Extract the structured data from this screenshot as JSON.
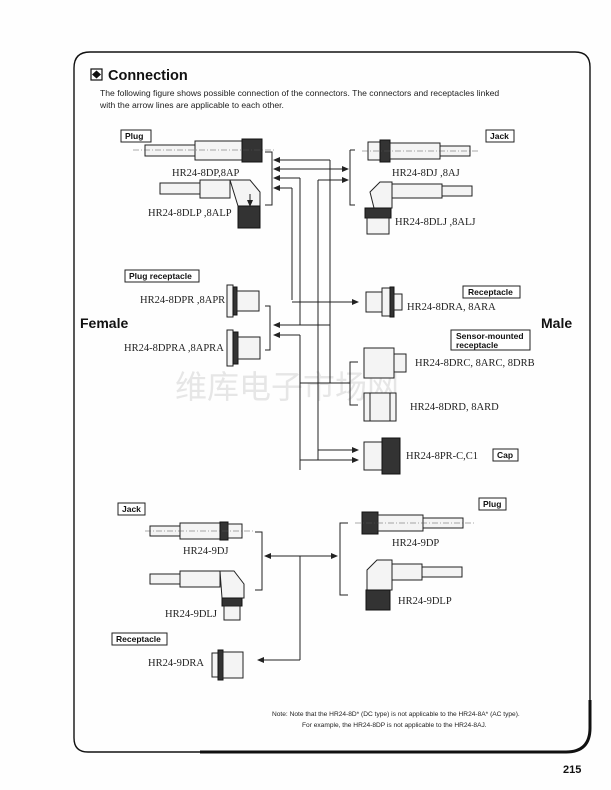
{
  "section": {
    "icon": "diamond-box-icon",
    "title": "Connection",
    "intro_line1": "The following figure shows possible connection of the connectors. The connectors and receptacles linked",
    "intro_line2": "with the arrow lines are applicable to each other."
  },
  "diagram": {
    "side_left": "Female",
    "side_right": "Male",
    "upper": {
      "plug_box": "Plug",
      "jack_box": "Jack",
      "plug_receptacle_box": "Plug receptacle",
      "receptacle_box": "Receptacle",
      "sensor_box_line1": "Sensor-mounted",
      "sensor_box_line2": "receptacle",
      "cap_box": "Cap",
      "parts": {
        "plug_straight": "HR24-8DP,8AP",
        "plug_angled": "HR24-8DLP ,8ALP",
        "jack_straight": "HR24-8DJ ,8AJ",
        "jack_angled": "HR24-8DLJ ,8ALJ",
        "plug_receptacle": "HR24-8DPR ,8APR",
        "plug_receptacle_a": "HR24-8DPRA ,8APRA",
        "receptacle": "HR24-8DRA, 8ARA",
        "sensor_c": "HR24-8DRC, 8ARC, 8DRB",
        "sensor_d": "HR24-8DRD, 8ARD",
        "cap": "HR24-8PR-C,C1"
      }
    },
    "lower": {
      "jack_box": "Jack",
      "plug_box": "Plug",
      "receptacle_box": "Receptacle",
      "parts": {
        "jack_straight": "HR24-9DJ",
        "jack_angled": "HR24-9DLJ",
        "receptacle": "HR24-9DRA",
        "plug_straight": "HR24-9DP",
        "plug_angled": "HR24-9DLP"
      }
    },
    "watermark": "维库电子市场网"
  },
  "note": {
    "line1": "Note:  Note that the HR24-8D* (DC type) is not applicable to the HR24-8A* (AC type).",
    "line2": "For example, the HR24-8DP is not applicable to the HR24-8AJ."
  },
  "page_number": "215"
}
